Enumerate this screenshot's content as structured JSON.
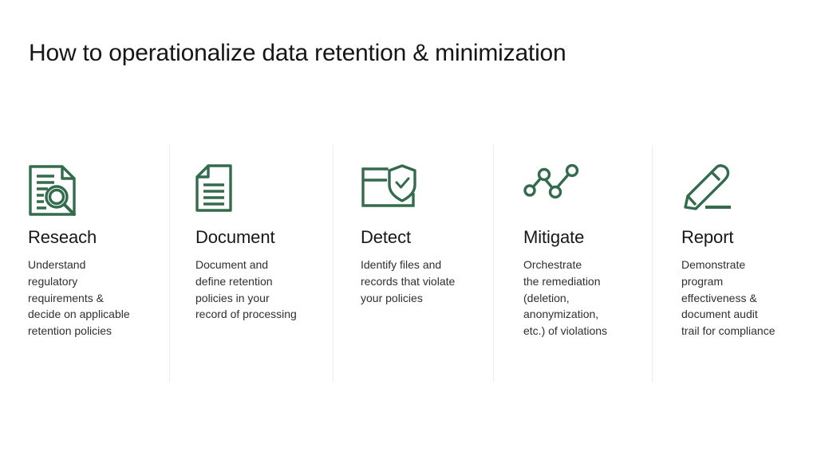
{
  "page": {
    "title": "How to operationalize data retention & minimization",
    "background_color": "#ffffff",
    "accent_color": "#336b4c",
    "title_color": "#161616",
    "body_text_color": "#2f2f2f",
    "divider_color": "#ececec"
  },
  "steps": [
    {
      "icon": "document-search-icon",
      "title": "Reseach",
      "description": "Understand\nregulatory\nrequirements &\ndecide on applicable\nretention policies"
    },
    {
      "icon": "document-lines-icon",
      "title": "Document",
      "description": "Document and\ndefine retention\npolicies in your\nrecord of processing"
    },
    {
      "icon": "folder-shield-check-icon",
      "title": "Detect",
      "description": "Identify files and\nrecords that violate\nyour policies"
    },
    {
      "icon": "connected-nodes-icon",
      "title": "Mitigate",
      "description": "Orchestrate\nthe remediation\n(deletion,\nanonymization,\n etc.) of violations"
    },
    {
      "icon": "pencil-icon",
      "title": "Report",
      "description": "Demonstrate\nprogram\neffectiveness &\ndocument audit\ntrail for compliance"
    }
  ]
}
